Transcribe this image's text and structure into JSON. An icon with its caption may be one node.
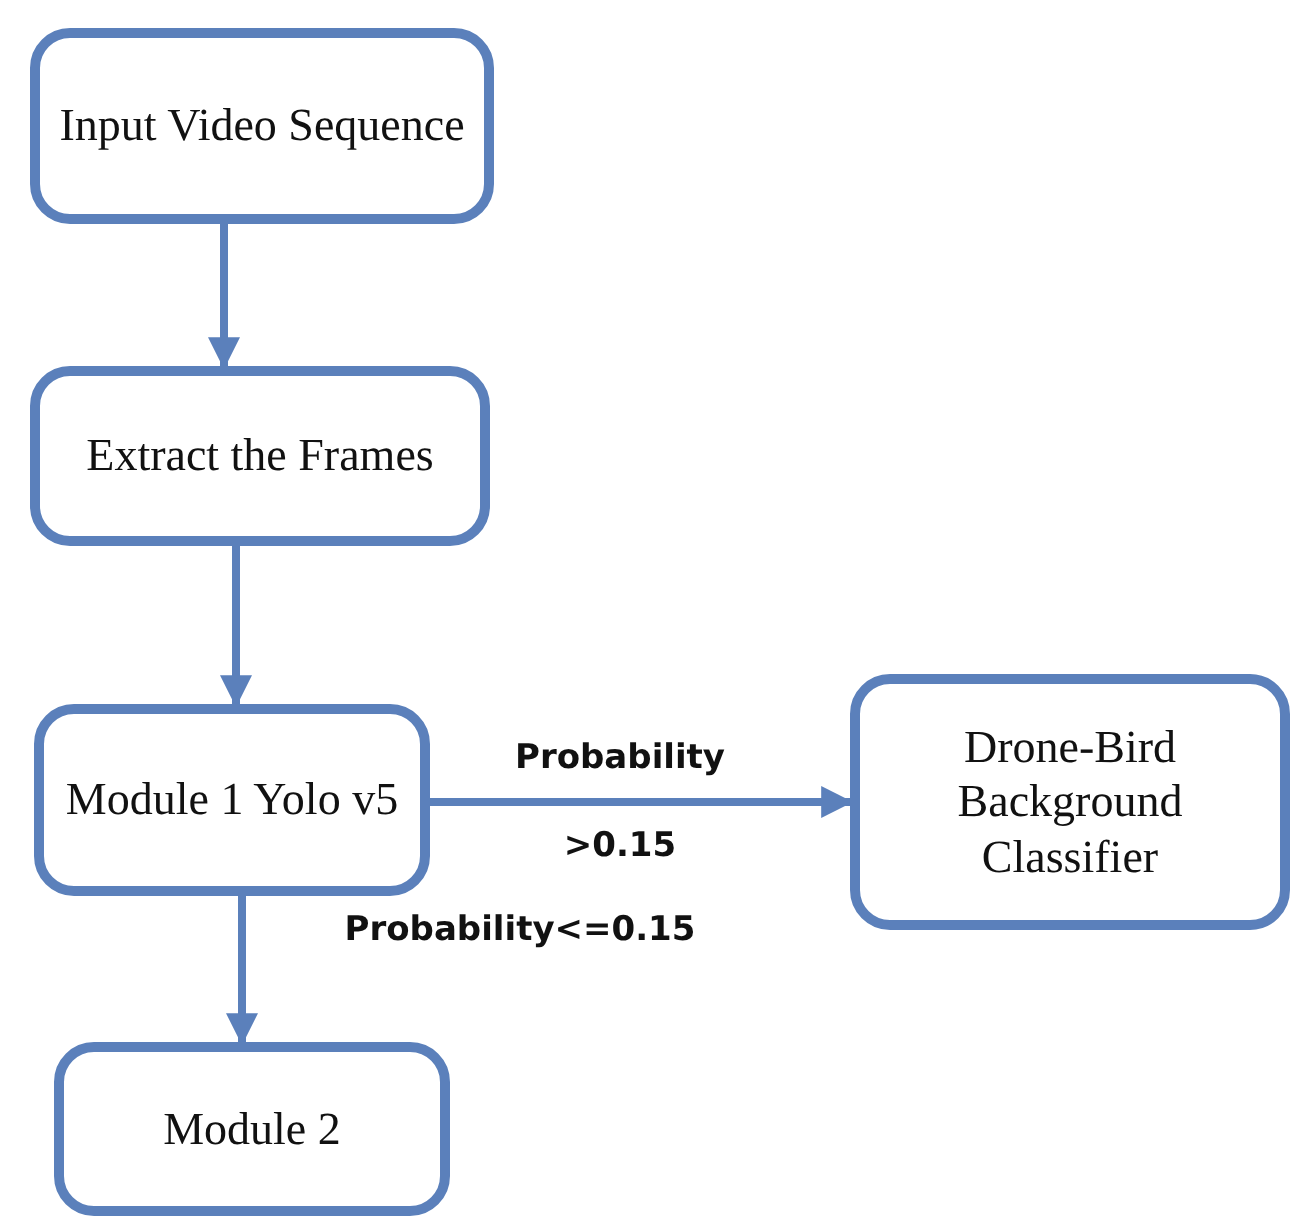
{
  "diagram": {
    "nodes": [
      {
        "text": [
          "Input Video Sequence"
        ]
      },
      {
        "text": [
          "Extract the Frames"
        ]
      },
      {
        "text": [
          "Module 1 Yolo v5"
        ]
      },
      {
        "text": [
          "Drone-Bird Background Classifier"
        ]
      },
      {
        "text": [
          "Module 2"
        ]
      }
    ],
    "edges": [
      {
        "from": 0,
        "to": 1,
        "arrow": "to"
      },
      {
        "from": 1,
        "to": 2,
        "arrow": "to"
      },
      {
        "from": 2,
        "to": 3,
        "arrow": "to",
        "label": "Probability >0.15"
      },
      {
        "from": 2,
        "to": 4,
        "arrow": "to",
        "label": "Probability<=0.15"
      }
    ]
  }
}
